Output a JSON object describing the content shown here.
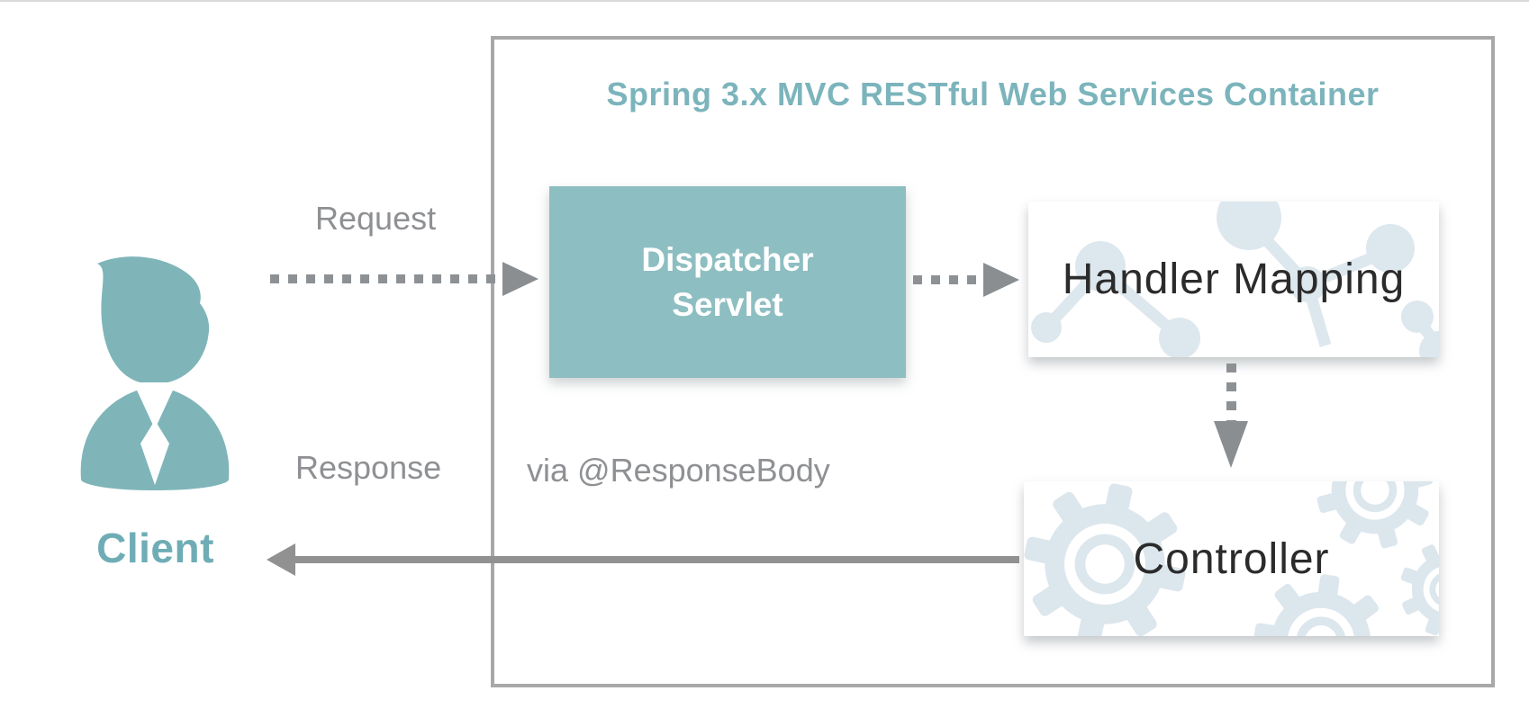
{
  "container": {
    "title": "Spring 3.x MVC RESTful Web Services Container"
  },
  "client": {
    "label": "Client",
    "icon": "person-icon"
  },
  "nodes": {
    "dispatcher_servlet": {
      "label": "Dispatcher\nServlet"
    },
    "handler_mapping": {
      "label": "Handler Mapping",
      "background_icon": "molecule-pattern"
    },
    "controller": {
      "label": "Controller",
      "background_icon": "gear-pattern"
    }
  },
  "edges": {
    "request": {
      "label": "Request"
    },
    "response": {
      "label": "Response",
      "annotation": "via @ResponseBody"
    }
  },
  "colors": {
    "teal_box": "#8dbec1",
    "teal_text": "#7cb4bc",
    "client_teal": "#7fb5b9",
    "gray_text": "#8e9093",
    "gray_arrow": "#8a8e91",
    "container_border": "#a8a8aa",
    "pattern_blue": "#dde7ee"
  }
}
